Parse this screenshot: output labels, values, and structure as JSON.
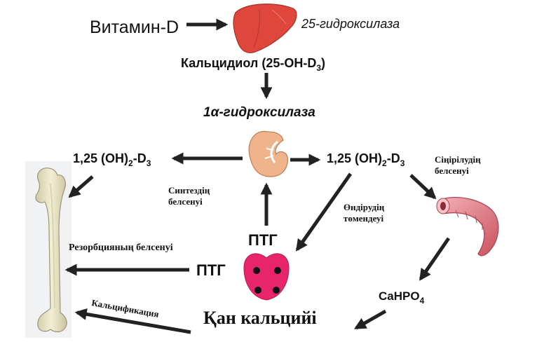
{
  "labels": {
    "vitamin_d": "Витамин-D",
    "hydroxylase_25": "25-гидроксилаза",
    "calcidiol_main": "Кальцидиол (25-OH-D",
    "calcidiol_sub": "3",
    "calcidiol_close": ")",
    "hydroxylase_1a": "1α-гидроксилаза",
    "calcitriol_left": {
      "pre": "1,25 (OH)",
      "sub1": "2",
      "mid": "-D",
      "sub2": "3"
    },
    "calcitriol_right": {
      "pre": "1,25 (OH)",
      "sub1": "2",
      "mid": "-D",
      "sub2": "3"
    },
    "synthesis_line1": "Синтездің",
    "synthesis_line2": "белсенуі",
    "production_line1": "Өндірудің",
    "production_line2": "төмендеуі",
    "absorption_line1": "Сіңірілудің",
    "absorption_line2": "белсенуі",
    "resorption": "Резорбцияның белсенуі",
    "pth_upper": "ПТГ",
    "pth_lower": "ПТГ",
    "cahpo4_main": "CaHPO",
    "cahpo4_sub": "4",
    "calcification": "Кальцификация",
    "blood_calcium": "Қан кальцийі"
  },
  "colors": {
    "arrow": "#222222",
    "liver": "#e0473c",
    "kidney": "#f0b48c",
    "parathyroid": "#e8256a",
    "intestine": "#e98a93",
    "bone": "#e7e2c2"
  },
  "icons": [
    "liver-icon",
    "kidney-icon",
    "parathyroid-gland-icon",
    "intestine-icon",
    "bone-icon"
  ]
}
